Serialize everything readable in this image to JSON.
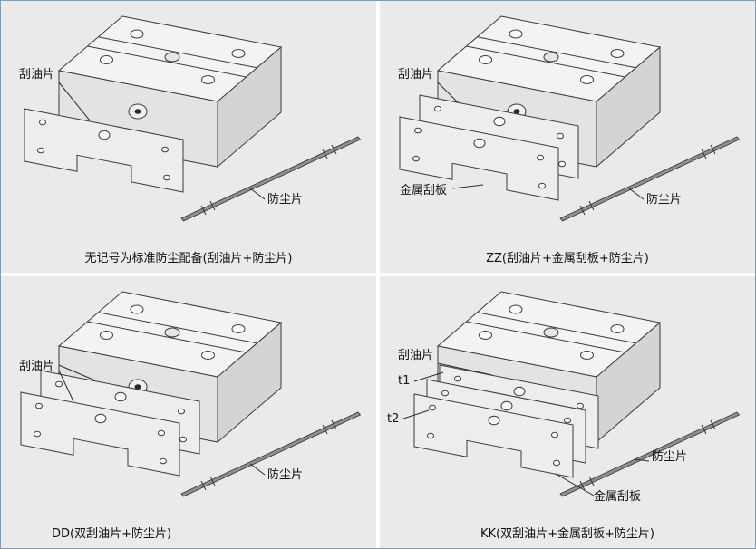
{
  "panels": [
    {
      "id": "standard",
      "caption": "无记号为标准防尘配备(刮油片+防尘片)",
      "labels": {
        "oil_scraper": "刮油片",
        "dust_sheet": "防尘片"
      }
    },
    {
      "id": "zz",
      "caption": "ZZ(刮油片+金属刮板+防尘片)",
      "labels": {
        "oil_scraper": "刮油片",
        "metal_scraper": "金属刮板",
        "dust_sheet": "防尘片"
      }
    },
    {
      "id": "dd",
      "caption": "DD(双刮油片+防尘片)",
      "labels": {
        "oil_scraper": "刮油片",
        "dust_sheet": "防尘片"
      }
    },
    {
      "id": "kk",
      "caption": "KK(双刮油片+金属刮板+防尘片)",
      "labels": {
        "oil_scraper": "刮油片",
        "t1": "t1",
        "t2": "t2",
        "metal_scraper": "金属刮板",
        "dust_sheet": "防尘片"
      }
    }
  ],
  "colors": {
    "panel_bg": "#eaeaea",
    "gutter": "#ffffff",
    "frame_border": "#7f9db9",
    "line": "#2b2b2b",
    "block_top": "#f3f3f3",
    "block_front": "#e3e3e3",
    "block_side": "#d4d4d4",
    "strip": "#8f8f8f"
  }
}
